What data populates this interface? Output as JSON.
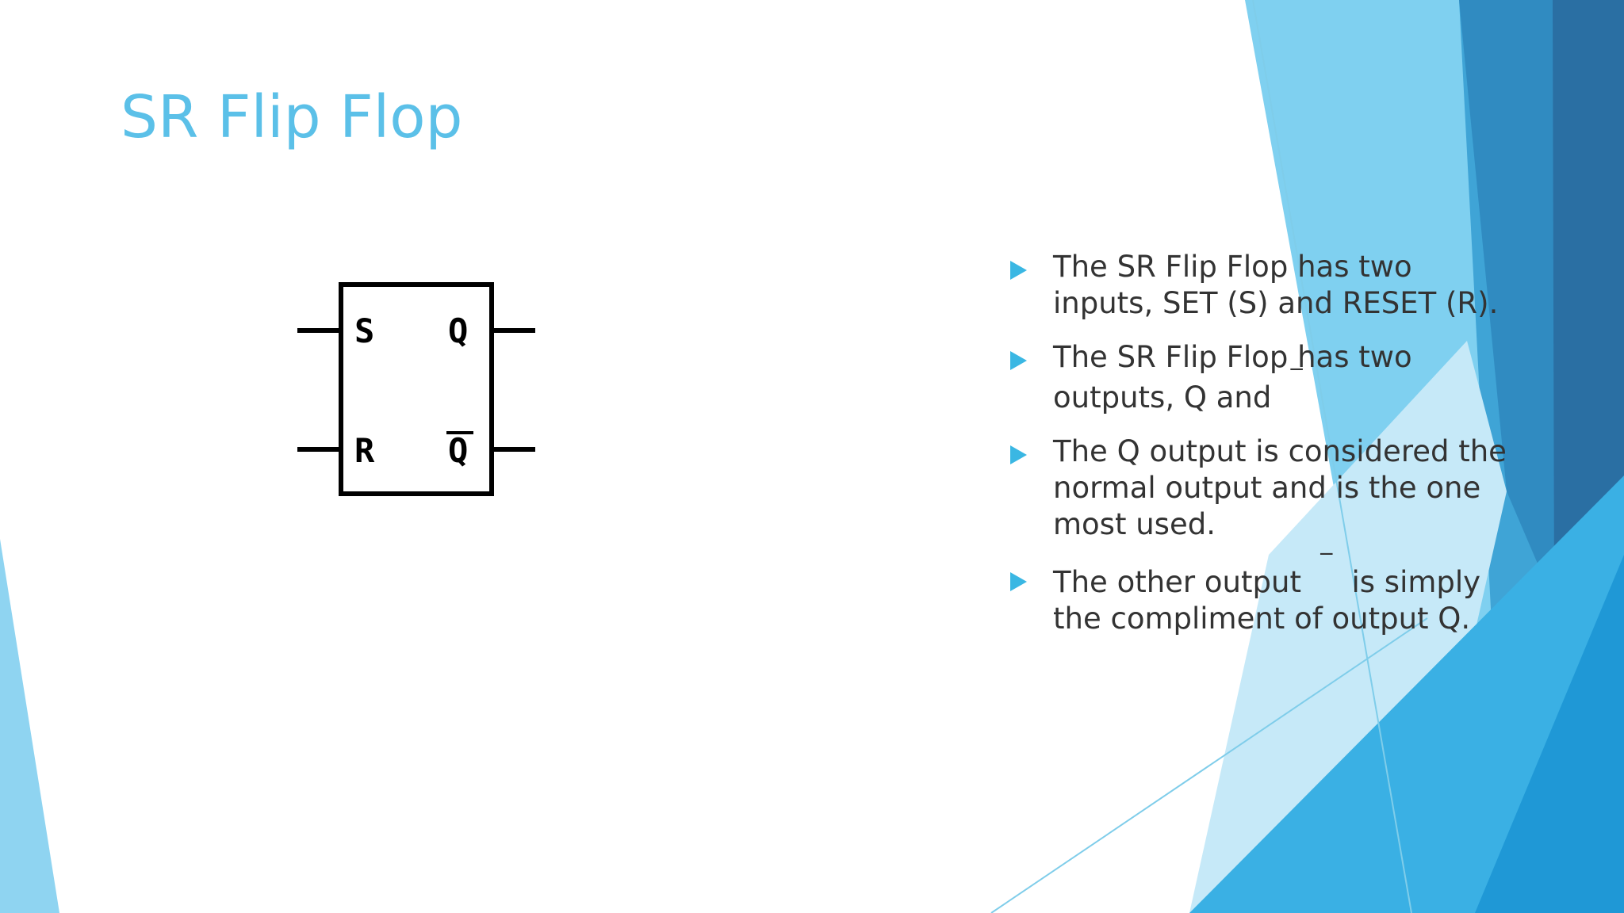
{
  "slide": {
    "title": "SR Flip Flop",
    "accent_color": "#5bc0e8",
    "bullet_color": "#3ab7e3",
    "text_color": "#333333"
  },
  "diagram": {
    "input_set": "S",
    "input_reset": "R",
    "output_q": "Q",
    "output_q_bar": "Q"
  },
  "bullets": [
    {
      "text": "The SR Flip Flop has two inputs, SET (S) and RESET (R).",
      "icon": "triangle-bullet-icon"
    },
    {
      "text": "The SR Flip Flop has two outputs, Q and",
      "bar": "‾",
      "icon": "triangle-bullet-icon"
    },
    {
      "text": "The Q output is considered the normal output and is the one most used.",
      "icon": "triangle-bullet-icon"
    },
    {
      "text_before": " The other output",
      "bar": "‾",
      "text_after": "is simply the compliment of output Q.",
      "icon": "triangle-bullet-icon"
    }
  ]
}
